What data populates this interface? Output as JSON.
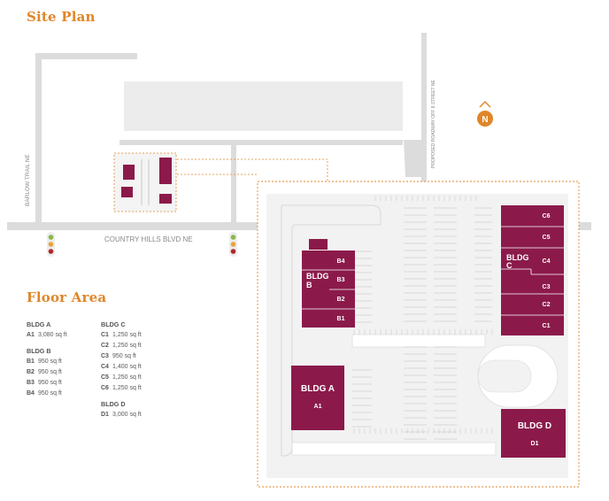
{
  "site_plan": {
    "title": "Site Plan",
    "roads": {
      "country_hills": "COUNTRY HILLS BLVD NE",
      "barlow": "BARLOW TRAIL NE",
      "proposed": "PROPOSED ROADWAY OFF 8 STREET NE"
    },
    "north": "N",
    "buildings": {
      "A": {
        "label": "BLDG A",
        "units": [
          "A1"
        ]
      },
      "B": {
        "label_line1": "BLDG",
        "label_line2": "B",
        "units": [
          "B4",
          "B3",
          "B2",
          "B1"
        ]
      },
      "C": {
        "label_line1": "BLDG",
        "label_line2": "C",
        "units": [
          "C6",
          "C5",
          "C4",
          "C3",
          "C2",
          "C1"
        ]
      },
      "D": {
        "label": "BLDG D",
        "units": [
          "D1"
        ]
      }
    },
    "colors": {
      "building": "#8b1a4a",
      "accent": "#e0862a",
      "road": "#dcdcdc",
      "boundary": "#e0862a"
    }
  },
  "floor_area": {
    "title": "Floor Area",
    "col1": [
      {
        "heading": "BLDG A",
        "rows": [
          {
            "code": "A1",
            "area": "3,080 sq ft"
          }
        ]
      },
      {
        "heading": "BLDG B",
        "rows": [
          {
            "code": "B1",
            "area": "950 sq ft"
          },
          {
            "code": "B2",
            "area": "950 sq ft"
          },
          {
            "code": "B3",
            "area": "950 sq ft"
          },
          {
            "code": "B4",
            "area": "950 sq ft"
          }
        ]
      }
    ],
    "col2": [
      {
        "heading": "BLDG C",
        "rows": [
          {
            "code": "C1",
            "area": "1,250 sq ft"
          },
          {
            "code": "C2",
            "area": "1,250 sq ft"
          },
          {
            "code": "C3",
            "area": "950 sq ft"
          },
          {
            "code": "C4",
            "area": "1,400 sq ft"
          },
          {
            "code": "C5",
            "area": "1,250 sq ft"
          },
          {
            "code": "C6",
            "area": "1,250 sq ft"
          }
        ]
      },
      {
        "heading": "BLDG D",
        "rows": [
          {
            "code": "D1",
            "area": "3,000 sq ft"
          }
        ]
      }
    ]
  }
}
